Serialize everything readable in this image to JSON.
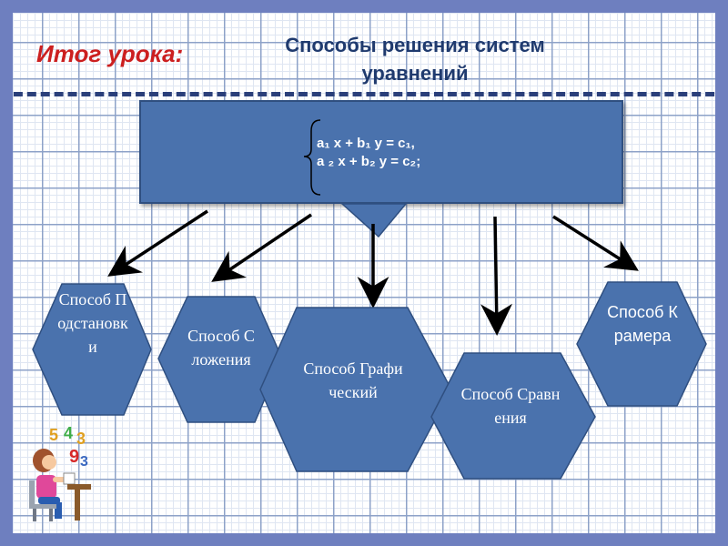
{
  "header": {
    "lesson_title": "Итог урока:",
    "topic_title": "Способы  решения систем уравнений"
  },
  "equation_system": {
    "line1": "a₁  x + b₁ y = c₁,",
    "line2": "a ₂ x + b₂ y = c₂;"
  },
  "methods": [
    {
      "label": "Способ Подстановки"
    },
    {
      "label": "Способ Сложения"
    },
    {
      "label": "Способ Графический"
    },
    {
      "label": "Способ Сравнения"
    },
    {
      "label": "Способ Крамера"
    }
  ],
  "clipart": {
    "numbers": [
      "5",
      "4",
      "3",
      "9",
      "3"
    ]
  },
  "colors": {
    "background": "#6e7fbf",
    "box_fill": "#4a72ad",
    "hex_fill": "#4a72ad",
    "title_red": "#cc1f1f",
    "title_blue": "#1f3a6e"
  }
}
